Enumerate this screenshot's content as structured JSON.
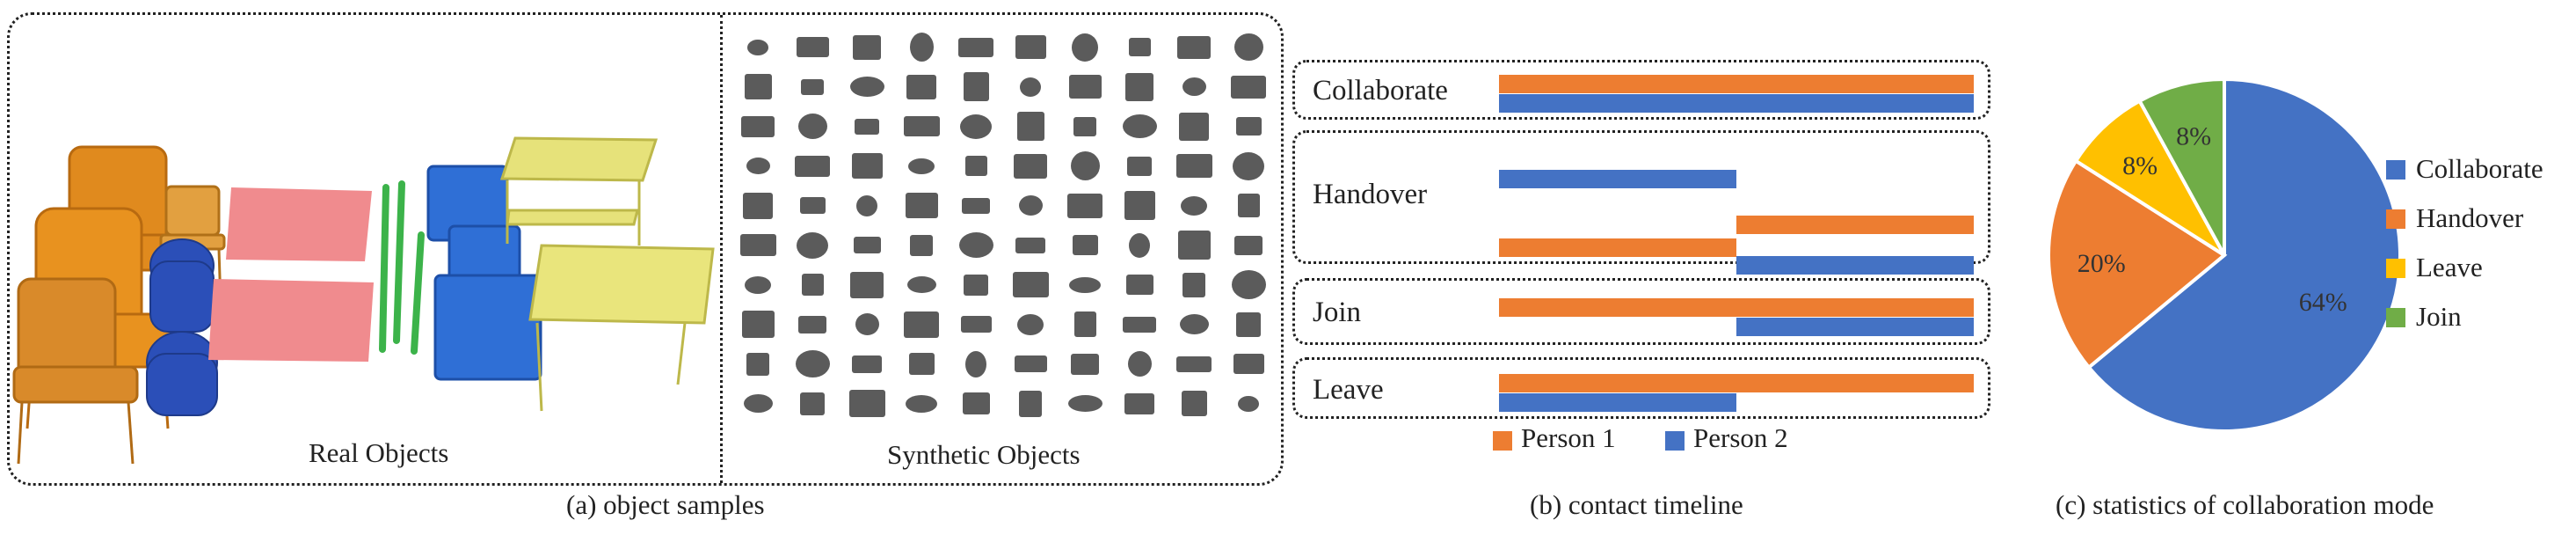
{
  "panel_a": {
    "real_label": "Real Objects",
    "synthetic_label": "Synthetic Objects",
    "caption": "(a) object samples"
  },
  "panel_b": {
    "caption": "(b) contact timeline",
    "legend": [
      {
        "name": "Person 1",
        "color": "#ed7d31"
      },
      {
        "name": "Person 2",
        "color": "#4472c4"
      }
    ]
  },
  "panel_c": {
    "caption": "(c) statistics of collaboration mode"
  },
  "chart_data": [
    {
      "type": "bar",
      "subtype": "timeline",
      "x_range": [
        0,
        1
      ],
      "rows": [
        {
          "label": "Collaborate",
          "segments": [
            {
              "person": "Person 1",
              "start": 0,
              "end": 1
            },
            {
              "person": "Person 2",
              "start": 0,
              "end": 1
            }
          ]
        },
        {
          "label": "Handover",
          "segments": [
            {
              "person": "Person 2",
              "start": 0,
              "end": 0.5
            },
            {
              "person": "Person 1",
              "start": 0.5,
              "end": 1
            },
            {
              "person": "Person 1",
              "start": 0,
              "end": 0.5
            },
            {
              "person": "Person 2",
              "start": 0.5,
              "end": 1
            }
          ]
        },
        {
          "label": "Join",
          "segments": [
            {
              "person": "Person 1",
              "start": 0,
              "end": 1
            },
            {
              "person": "Person 2",
              "start": 0.5,
              "end": 1
            }
          ]
        },
        {
          "label": "Leave",
          "segments": [
            {
              "person": "Person 1",
              "start": 0,
              "end": 1
            },
            {
              "person": "Person 2",
              "start": 0,
              "end": 0.5
            }
          ]
        }
      ],
      "legend_position": "bottom"
    },
    {
      "type": "pie",
      "slices": [
        {
          "label": "Collaborate",
          "value": 64,
          "display": "64%",
          "color": "#4472c4"
        },
        {
          "label": "Handover",
          "value": 20,
          "display": "20%",
          "color": "#ed7d31"
        },
        {
          "label": "Leave",
          "value": 8,
          "display": "8%",
          "color": "#ffc000"
        },
        {
          "label": "Join",
          "value": 8,
          "display": "8%",
          "color": "#70ad47"
        }
      ],
      "legend_position": "right"
    }
  ]
}
